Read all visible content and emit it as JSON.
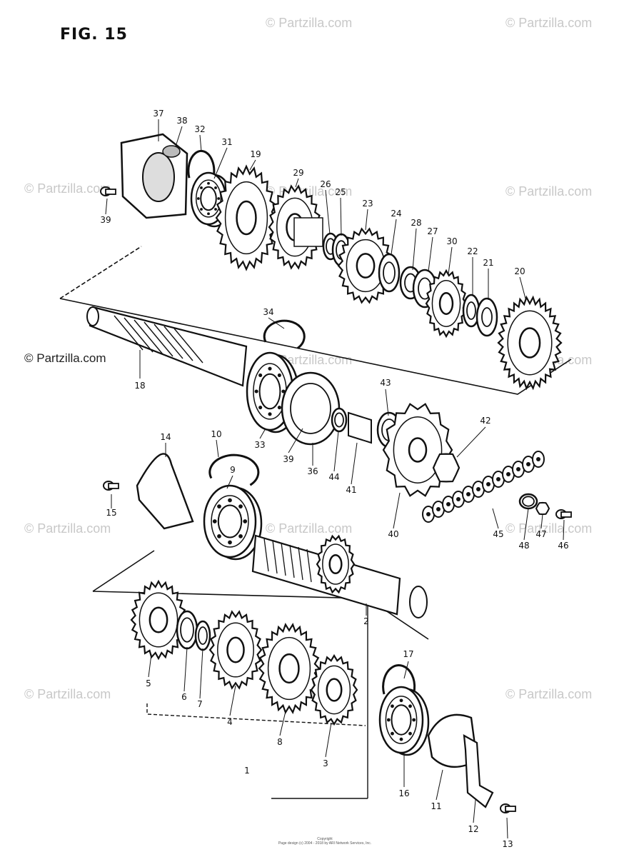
{
  "figure": {
    "title": "FIG. 15"
  },
  "watermark": {
    "text": "© Partzilla.com"
  },
  "callouts": [
    "37",
    "38",
    "32",
    "31",
    "19",
    "29",
    "26",
    "25",
    "23",
    "24",
    "28",
    "27",
    "30",
    "22",
    "21",
    "20",
    "39",
    "34",
    "18",
    "33",
    "39",
    "36",
    "44",
    "41",
    "43",
    "40",
    "42",
    "45",
    "48",
    "47",
    "46",
    "14",
    "10",
    "9",
    "15",
    "2",
    "5",
    "6",
    "7",
    "4",
    "8",
    "3",
    "1",
    "17",
    "16",
    "11",
    "12",
    "13"
  ],
  "footer": {
    "line1": "Copyright",
    "line2": "Page design (c) 2004 - 2018 by ARI Network Services, Inc."
  },
  "colors": {
    "ink": "#111111",
    "watermark": "#c8c8c8",
    "background": "#ffffff"
  }
}
